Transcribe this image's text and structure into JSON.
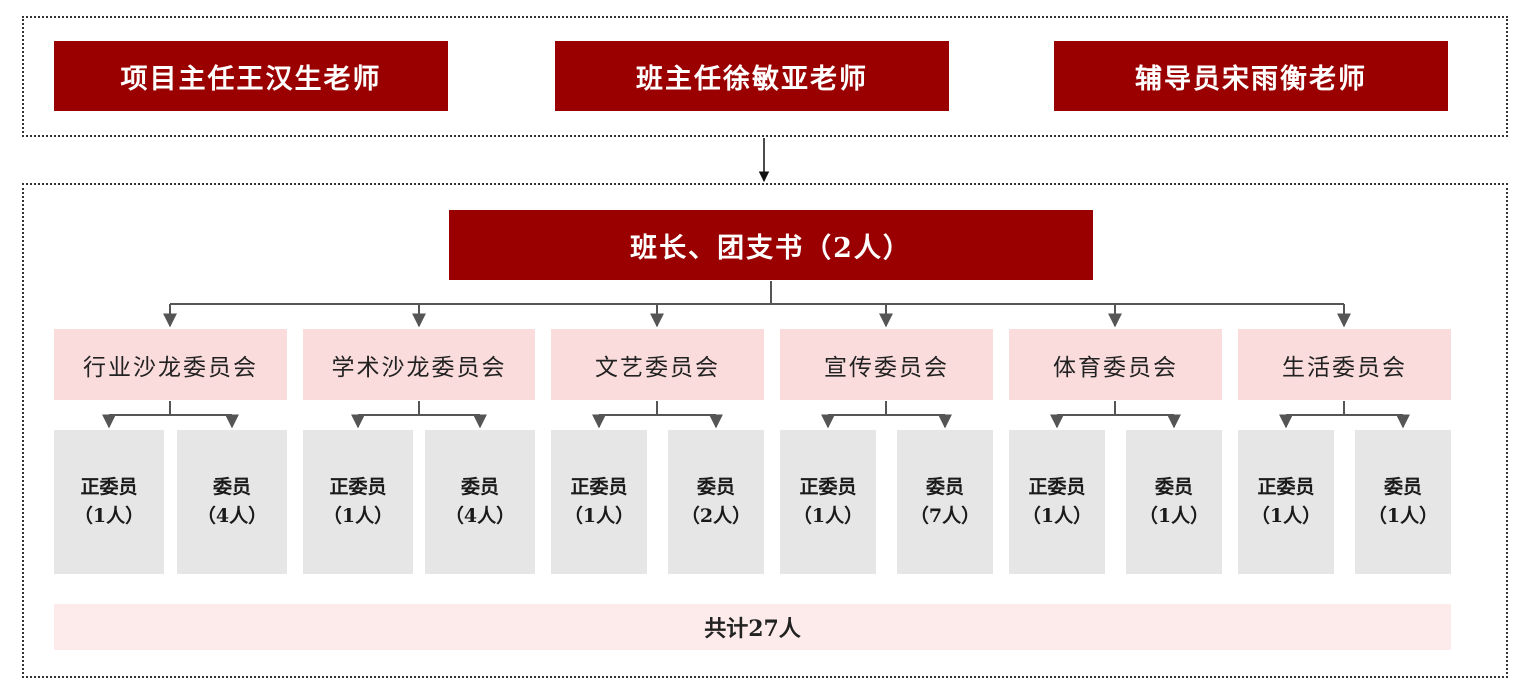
{
  "leaders": [
    {
      "label": "项目主任王汉生老师"
    },
    {
      "label": "班主任徐敏亚老师"
    },
    {
      "label": "辅导员宋雨衡老师"
    }
  ],
  "head": {
    "label": "班长、团支书（2人）"
  },
  "committees": [
    {
      "name": "行业沙龙委员会",
      "members": [
        {
          "role": "正委员",
          "count": "（1人）"
        },
        {
          "role": "委员",
          "count": "（4人）"
        }
      ]
    },
    {
      "name": "学术沙龙委员会",
      "members": [
        {
          "role": "正委员",
          "count": "（1人）"
        },
        {
          "role": "委员",
          "count": "（4人）"
        }
      ]
    },
    {
      "name": "文艺委员会",
      "members": [
        {
          "role": "正委员",
          "count": "（1人）"
        },
        {
          "role": "委员",
          "count": "（2人）"
        }
      ]
    },
    {
      "name": "宣传委员会",
      "members": [
        {
          "role": "正委员",
          "count": "（1人）"
        },
        {
          "role": "委员",
          "count": "（7人）"
        }
      ]
    },
    {
      "name": "体育委员会",
      "members": [
        {
          "role": "正委员",
          "count": "（1人）"
        },
        {
          "role": "委员",
          "count": "（1人）"
        }
      ]
    },
    {
      "name": "生活委员会",
      "members": [
        {
          "role": "正委员",
          "count": "（1人）"
        },
        {
          "role": "委员",
          "count": "（1人）"
        }
      ]
    }
  ],
  "total": {
    "label": "共计27人"
  },
  "colors": {
    "leader_bg": "#9b0000",
    "committee_bg": "#fadcdc",
    "member_bg": "#e6e6e6",
    "total_bg": "#fdeaea",
    "connector": "#555555"
  }
}
